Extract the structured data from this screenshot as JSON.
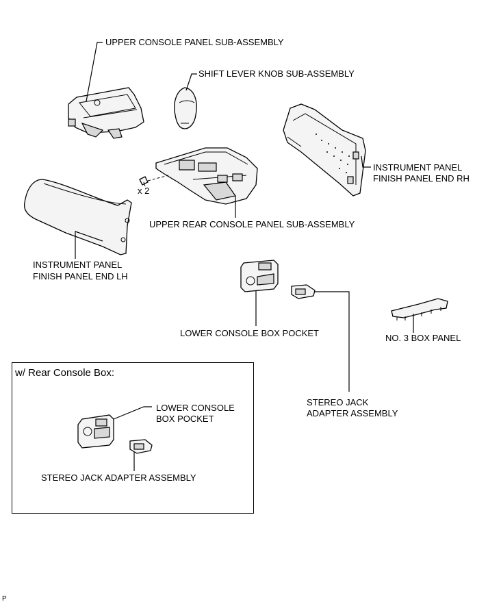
{
  "labels": {
    "upper_console": "UPPER CONSOLE PANEL SUB-ASSEMBLY",
    "shift_knob": "SHIFT LEVER KNOB SUB-ASSEMBLY",
    "panel_rh_1": "INSTRUMENT PANEL",
    "panel_rh_2": "FINISH PANEL END RH",
    "qty": "x 2",
    "upper_rear": "UPPER REAR CONSOLE PANEL SUB-ASSEMBLY",
    "panel_lh_1": "INSTRUMENT PANEL",
    "panel_lh_2": "FINISH PANEL END LH",
    "lower_pocket": "LOWER CONSOLE BOX POCKET",
    "box_panel": "NO. 3 BOX PANEL",
    "stereo_1": "STEREO JACK",
    "stereo_2": "ADAPTER ASSEMBLY"
  },
  "inset": {
    "title": "w/ Rear Console Box:",
    "pocket_1": "LOWER CONSOLE",
    "pocket_2": "BOX POCKET",
    "stereo": "STEREO JACK ADAPTER ASSEMBLY"
  },
  "footer_code": "P"
}
